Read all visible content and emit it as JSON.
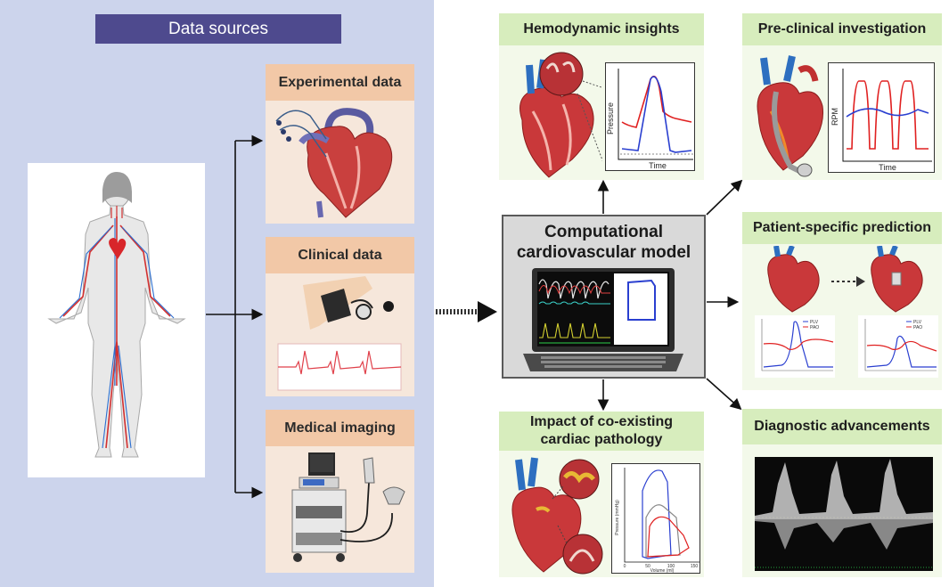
{
  "data_sources": {
    "title": "Data sources",
    "cards": [
      {
        "label": "Experimental data"
      },
      {
        "label": "Clinical data"
      },
      {
        "label": "Medical imaging"
      }
    ]
  },
  "model": {
    "title_line1": "Computational",
    "title_line2": "cardiovascular model"
  },
  "outputs": {
    "hemodynamic": {
      "title": "Hemodynamic insights",
      "ylabel": "Pressure",
      "xlabel": "Time"
    },
    "preclinical": {
      "title": "Pre-clinical investigation",
      "ylabel": "RPM",
      "xlabel": "Time"
    },
    "patient": {
      "title": "Patient-specific prediction",
      "legend": [
        "PLV",
        "PAO"
      ]
    },
    "pathology": {
      "title_line1": "Impact of co-existing",
      "title_line2": "cardiac pathology",
      "ylabel": "Pressure (mmHg)",
      "xlabel": "Volume (ml)",
      "xticks": [
        "0",
        "50",
        "100",
        "150"
      ]
    },
    "diagnostic": {
      "title": "Diagnostic advancements"
    }
  },
  "colors": {
    "left_panel": "#ccd4ec",
    "banner": "#4e4a8e",
    "source_header": "#f2c8a7",
    "source_body": "#f6e7db",
    "output_header": "#d7edbd",
    "output_body": "#f3f9ea",
    "curve_red": "#e02020",
    "curve_blue": "#2a3fd0"
  }
}
